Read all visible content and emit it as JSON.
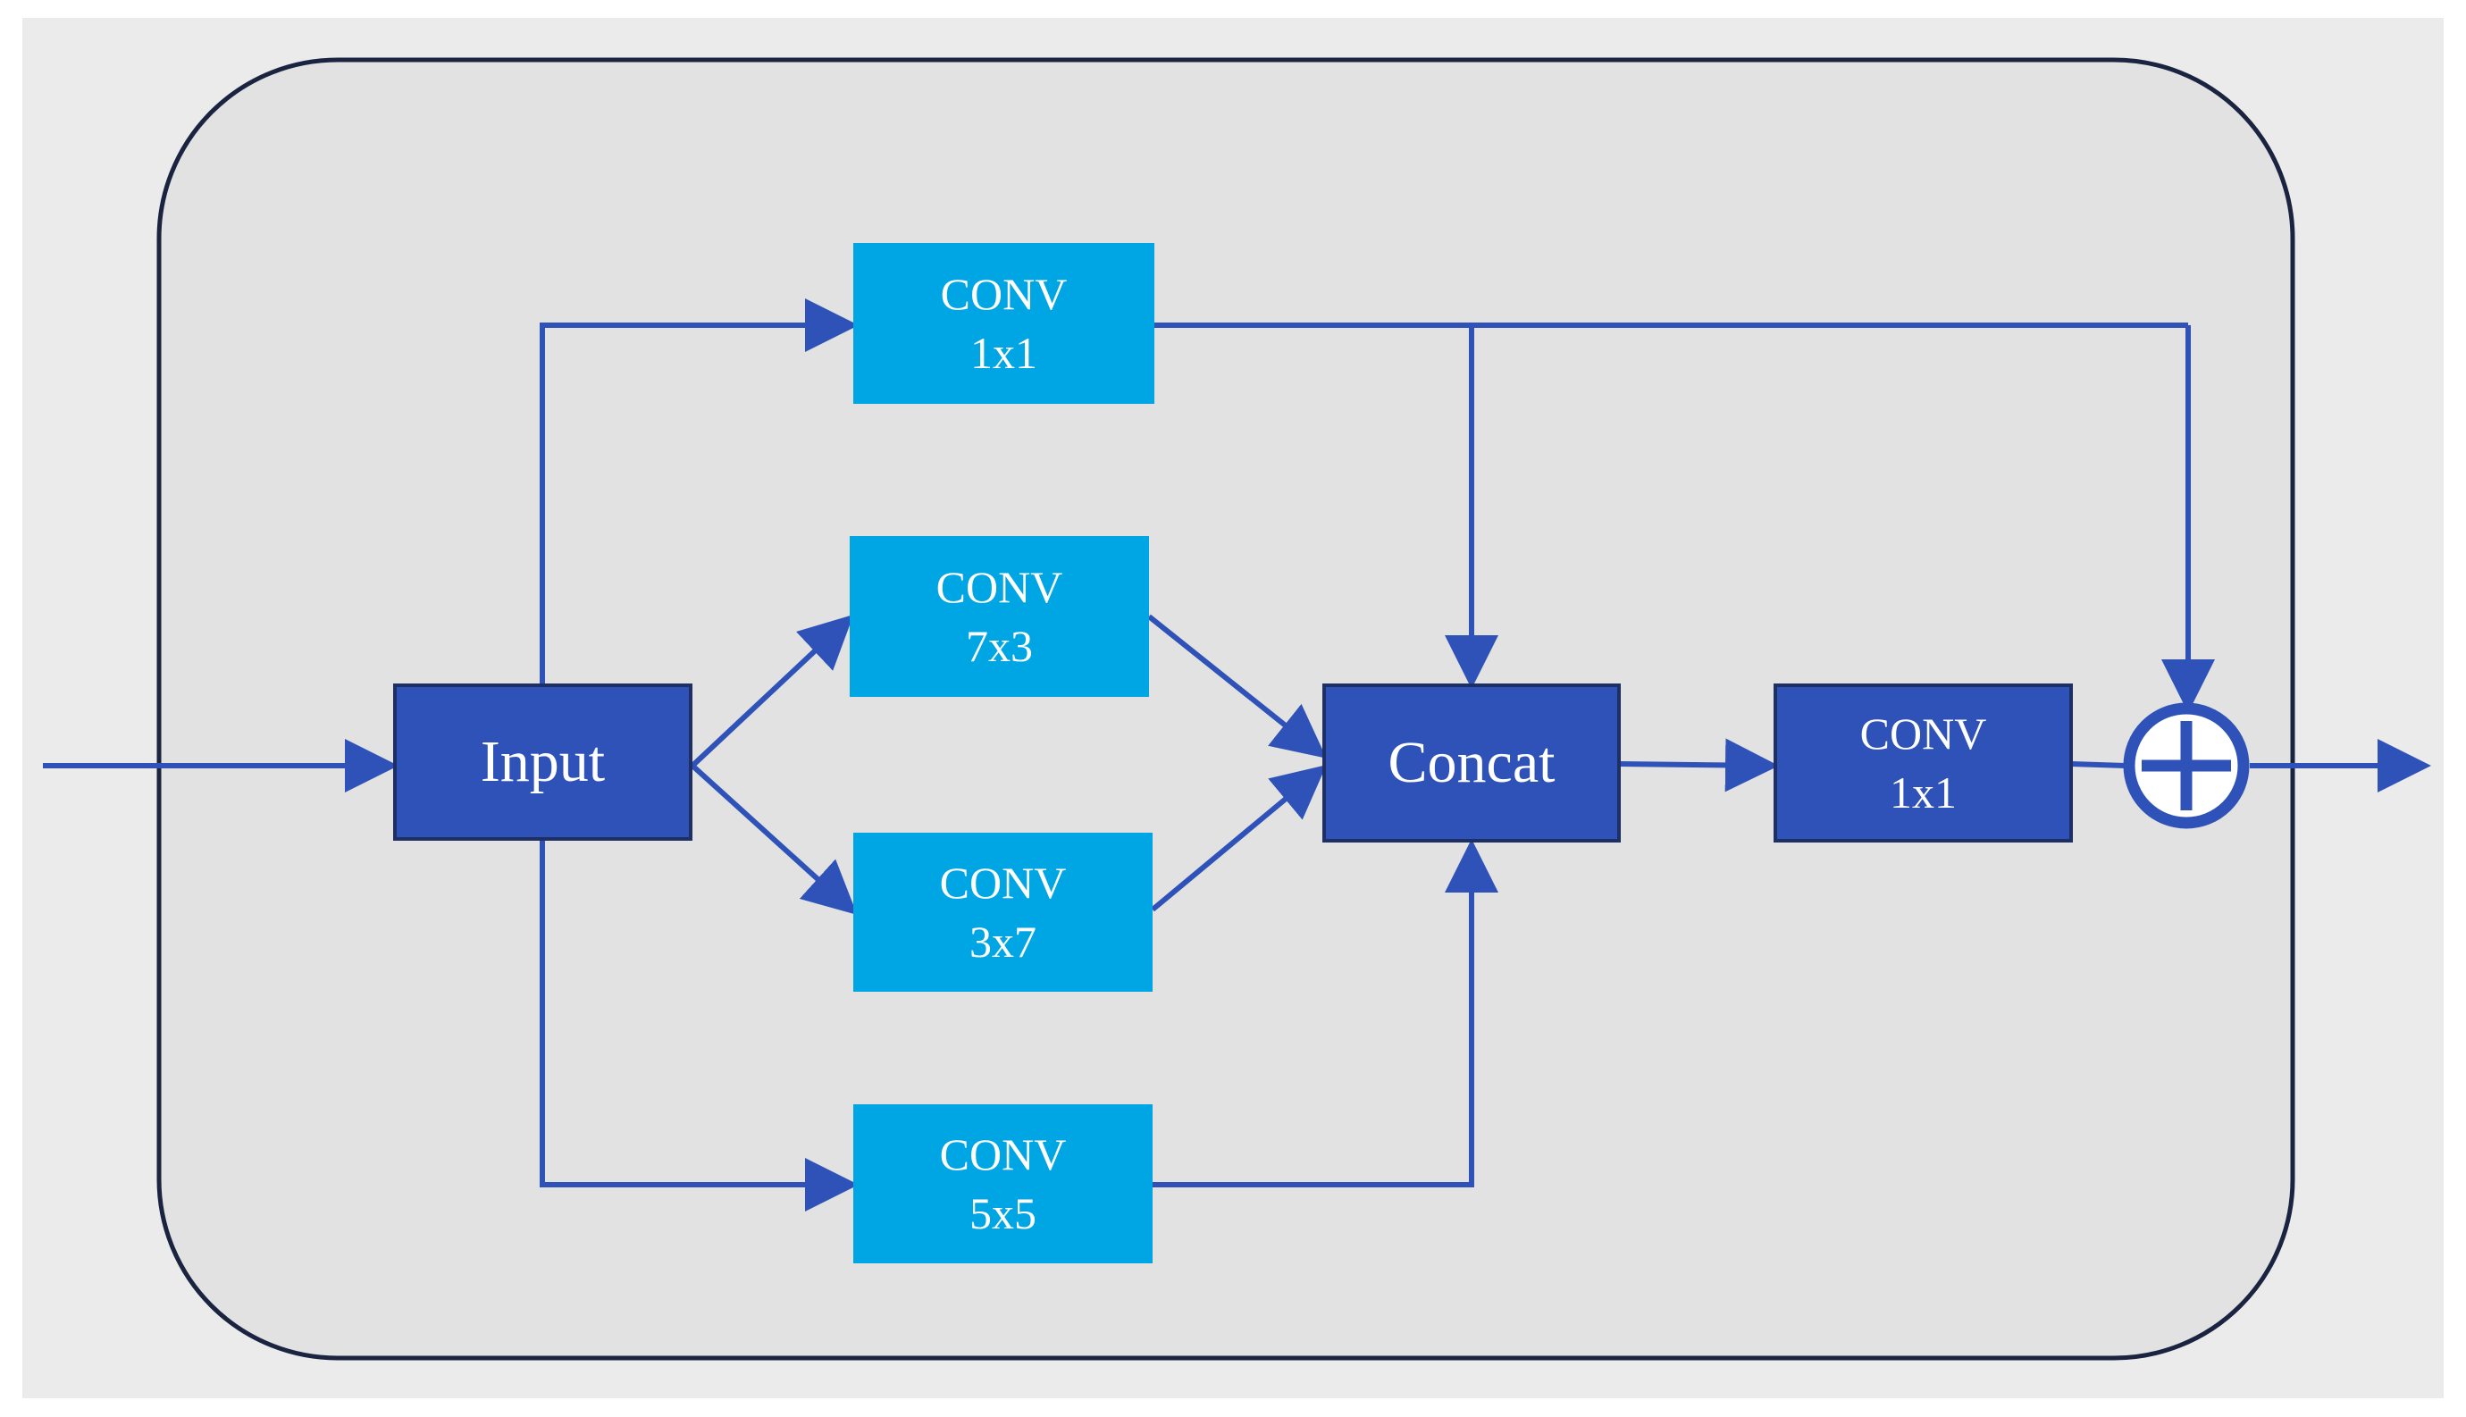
{
  "colors": {
    "outer_bg": "#ebebeb",
    "panel_bg": "#e2e2e2",
    "panel_border": "#1a2440",
    "light_block": "#00a5e3",
    "dark_block": "#2e52b8",
    "arrow": "#2e52b8"
  },
  "nodes": {
    "input": {
      "label": "Input"
    },
    "conv_top": {
      "line1": "CONV",
      "line2": "1x1"
    },
    "conv_7x3": {
      "line1": "CONV",
      "line2": "7x3"
    },
    "conv_3x7": {
      "line1": "CONV",
      "line2": "3x7"
    },
    "conv_5x5": {
      "line1": "CONV",
      "line2": "5x5"
    },
    "concat": {
      "label": "Concat"
    },
    "conv_out": {
      "line1": "CONV",
      "line2": "1x1"
    },
    "add": {
      "symbol": "plus-circle-icon"
    }
  }
}
